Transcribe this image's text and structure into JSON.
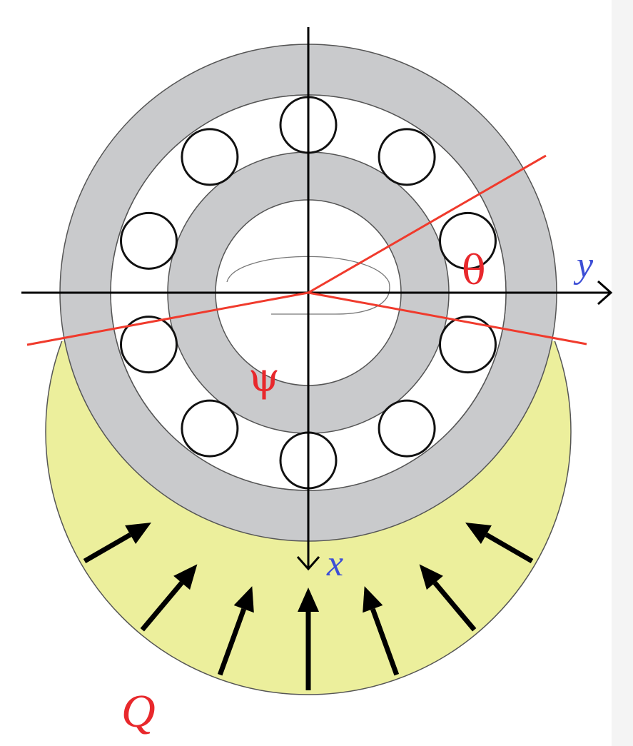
{
  "labels": {
    "theta": "θ",
    "psi": "ψ",
    "y_axis": "y",
    "x_axis": "x",
    "load": "Q"
  },
  "colors": {
    "outer_ring": "#c9cacc",
    "inner_ring": "#c9cacc",
    "load_zone": "#ecef9c",
    "angle_lines": "#f03a2c",
    "label_red": "#e8282c",
    "label_blue": "#3d4fd6",
    "axis": "#000000",
    "ball_fill": "#ffffff",
    "ball_stroke": "#111111"
  },
  "structure": {
    "ball_count": 10,
    "load_arrow_count": 7
  }
}
